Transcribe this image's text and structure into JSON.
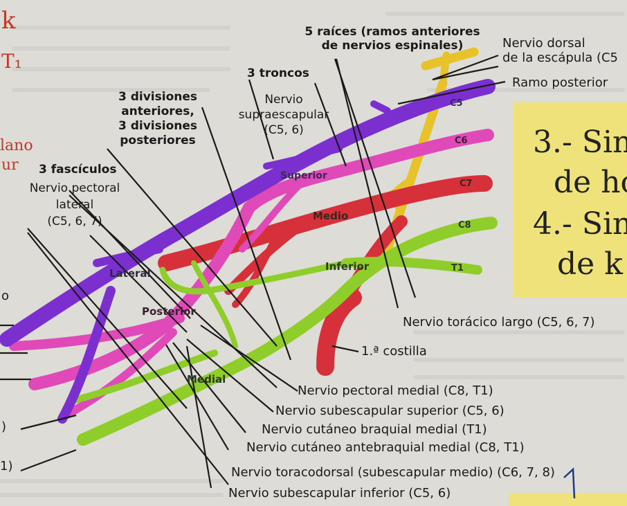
{
  "labels": {
    "roots": "5 raíces (ramos anteriores\nde nervios espinales)",
    "dorsal_scapular": "Nervio dorsal\nde la escápula (C5",
    "trunks": "3 troncos",
    "posterior_branch": "Ramo posterior",
    "divisions": "3 divisiones\nanteriores,\n3 divisiones\nposteriores",
    "suprascapular": "Nervio\nsupraescapular\n(C5, 6)",
    "fascicles": "3 fascículos",
    "lateral_pectoral": "Nervio pectoral\nlateral\n(C5, 6, 7)",
    "superior": "Superior",
    "medio": "Medio",
    "inferior": "Inferior",
    "lateral": "Lateral",
    "posterior": "Posterior",
    "medial": "Medial",
    "c5": "C5",
    "c6": "C6",
    "c7": "C7",
    "c8": "C8",
    "t1": "T1",
    "long_thoracic": "Nervio torácico largo (C5, 6, 7)",
    "first_rib": "1.ª costilla",
    "medial_pectoral": "Nervio pectoral medial (C8, T1)",
    "upper_subscapular": "Nervio subescapular superior (C5, 6)",
    "medial_brachial_cutaneous": "Nervio cutáneo braquial medial (T1)",
    "medial_antebrachial_cutaneous": "Nervio cutáneo antebraquial medial (C8, T1)",
    "thoracodorsal": "Nervio toracodorsal (subescapular medio) (C6, 7, 8)",
    "lower_subscapular": "Nervio subescapular inferior (C5, 6)",
    "left_fragment_1": ")",
    "left_fragment_2": "1)",
    "left_fragment_3": "o"
  },
  "handwriting": {
    "note_line1": "3.- Sin",
    "note_line2": "de ho",
    "note_line3": "4.- Sin",
    "note_line4": "de k",
    "margin_k": "k",
    "margin_t1": "T₁",
    "margin_lano": "lano",
    "margin_ur": "ur"
  },
  "colors": {
    "background": "#dedcd6",
    "sticky_note": "#efe27a",
    "purple": "#7b2fcf",
    "magenta": "#e04ab8",
    "red": "#d6303a",
    "green": "#8fce2a",
    "yellow": "#e8c22a",
    "leader_line": "#1a1a1a"
  }
}
